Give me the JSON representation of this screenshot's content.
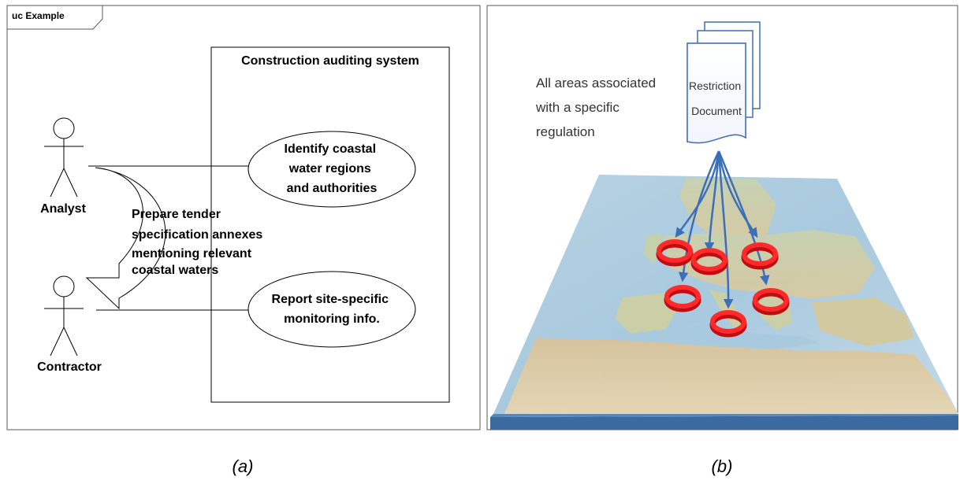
{
  "panel_a": {
    "frame_tab": "uc Example",
    "system_title": "Construction auditing system",
    "actors": [
      {
        "name": "Analyst"
      },
      {
        "name": "Contractor"
      }
    ],
    "use_cases": [
      {
        "lines": [
          "Identify coastal",
          "water regions",
          "and authorities"
        ]
      },
      {
        "lines": [
          "Report site-specific",
          "monitoring info."
        ]
      }
    ],
    "arrow_label_lines": [
      "Prepare tender",
      "specification annexes",
      "mentioning relevant",
      "coastal waters"
    ],
    "caption": "(a)"
  },
  "panel_b": {
    "callout_lines": [
      "All areas associated",
      "with a specific",
      "regulation"
    ],
    "document_label_lines": [
      "Restriction",
      "Document"
    ],
    "ring_color": "#e8141b",
    "arrow_color": "#3d6fb8",
    "base_color": "#3b6aa0",
    "caption": "(b)"
  }
}
